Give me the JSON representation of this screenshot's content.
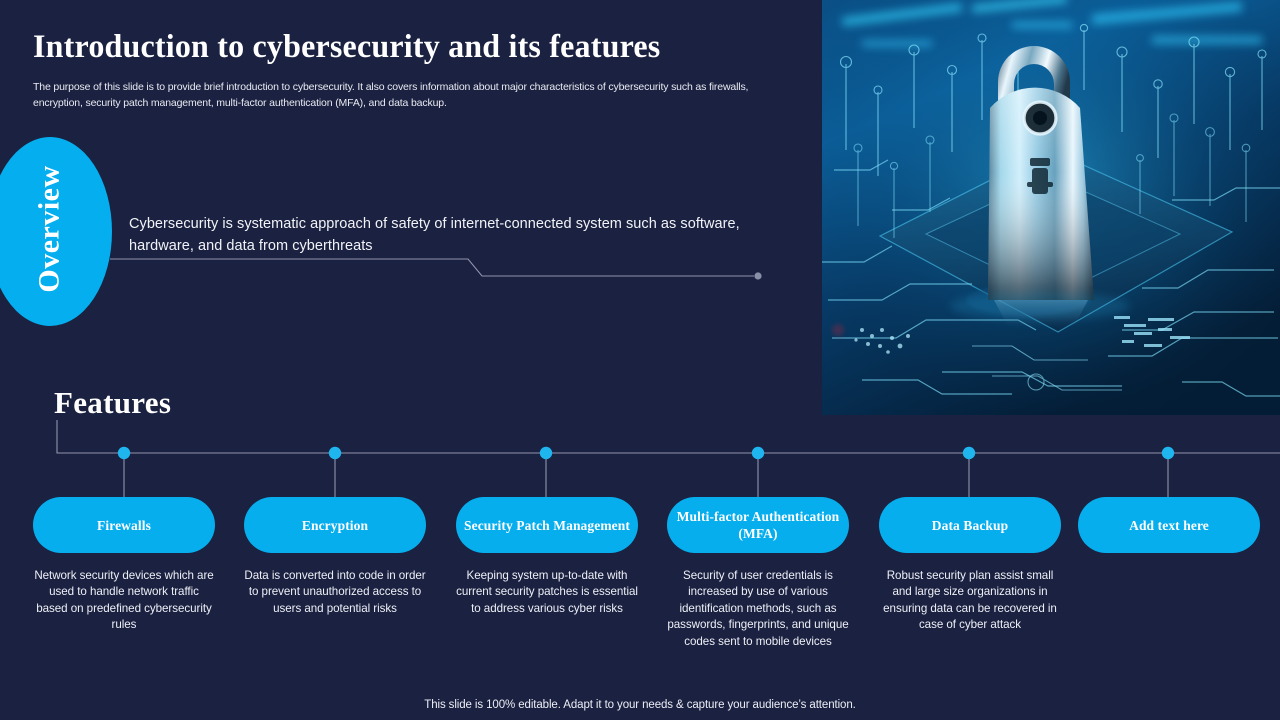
{
  "header": {
    "title": "Introduction to cybersecurity and its features",
    "subtitle": "The purpose of this slide is to provide brief introduction to cybersecurity. It also covers information about major characteristics of cybersecurity such as firewalls, encryption, security patch management, multi-factor authentication (MFA),  and data backup."
  },
  "overview": {
    "label": "Overview",
    "text": "Cybersecurity  is systematic approach of safety of internet-connected  system such as software,  hardware,  and data from cyberthreats"
  },
  "hero": {
    "icon": "padlock-on-circuit-board-image",
    "alt": "Metallic padlock standing on a glowing blue circuit board"
  },
  "features": {
    "heading": "Features",
    "items": [
      {
        "label": "Firewalls",
        "description": "Network  security devices which  are used to handle network traffic  based  on predefined  cybersecurity rules"
      },
      {
        "label": "Encryption",
        "description": "Data is converted  into code in order  to prevent  unauthorized access to users and potential  risks"
      },
      {
        "label": "Security Patch Management",
        "description": "Keeping system up-to-date with current  security patches is essential to address various cyber risks"
      },
      {
        "label": "Multi-factor Authentication  (MFA)",
        "description": "Security of user credentials  is increased  by use of various identification methods, such as passwords, fingerprints, and  unique  codes sent to mobile devices"
      },
      {
        "label": "Data Backup",
        "description": "Robust  security plan  assist small and large  size organizations in ensuring  data can be recovered  in case of cyber attack"
      },
      {
        "label": "Add text here",
        "description": ""
      }
    ]
  },
  "footer": {
    "note": "This slide is 100% editable. Adapt it to your needs & capture your audience’s attention."
  },
  "colors": {
    "background": "#1b2140",
    "accent": "#06aeee",
    "text": "#ffffff",
    "line": "#8f93ad",
    "dot": "#1fb6f0"
  }
}
